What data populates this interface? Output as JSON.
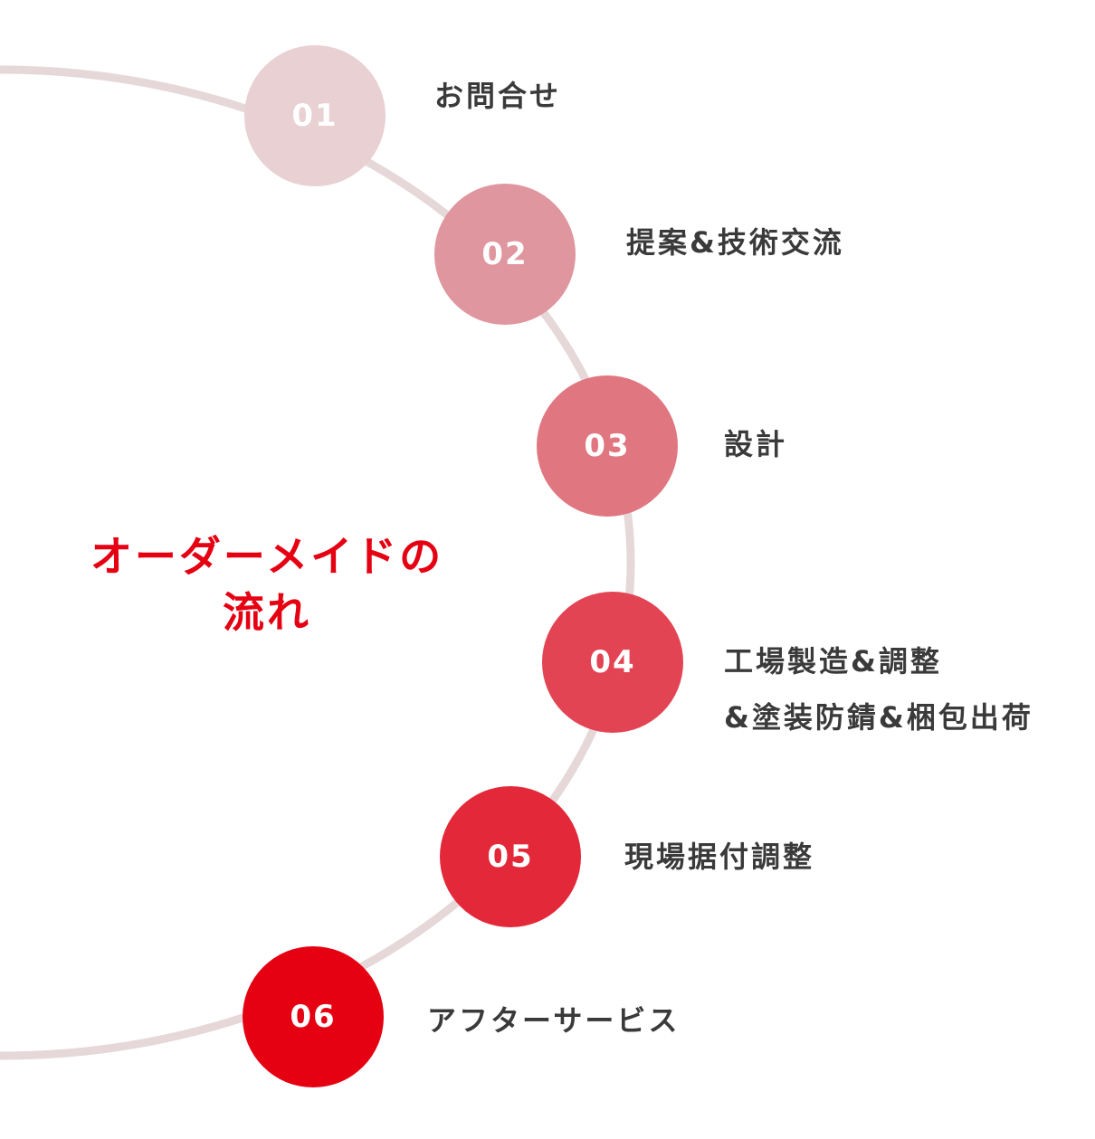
{
  "title": {
    "line1": "オーダーメイドの",
    "line2": "流れ"
  },
  "colors": {
    "arc": "#e6d8d9",
    "title": "#e50012",
    "label": "#3a3a3a"
  },
  "steps": [
    {
      "number": "01",
      "label_lines": [
        "お問合せ"
      ],
      "color": "#e8d0d3"
    },
    {
      "number": "02",
      "label_lines": [
        "提案&技術交流"
      ],
      "color": "#df969e"
    },
    {
      "number": "03",
      "label_lines": [
        "設計"
      ],
      "color": "#e07780"
    },
    {
      "number": "04",
      "label_lines": [
        "工場製造&調整",
        "&塗装防錆&梱包出荷"
      ],
      "color": "#e34454"
    },
    {
      "number": "05",
      "label_lines": [
        "現場据付調整"
      ],
      "color": "#e3283a"
    },
    {
      "number": "06",
      "label_lines": [
        "アフターサービス"
      ],
      "color": "#e50012"
    }
  ]
}
